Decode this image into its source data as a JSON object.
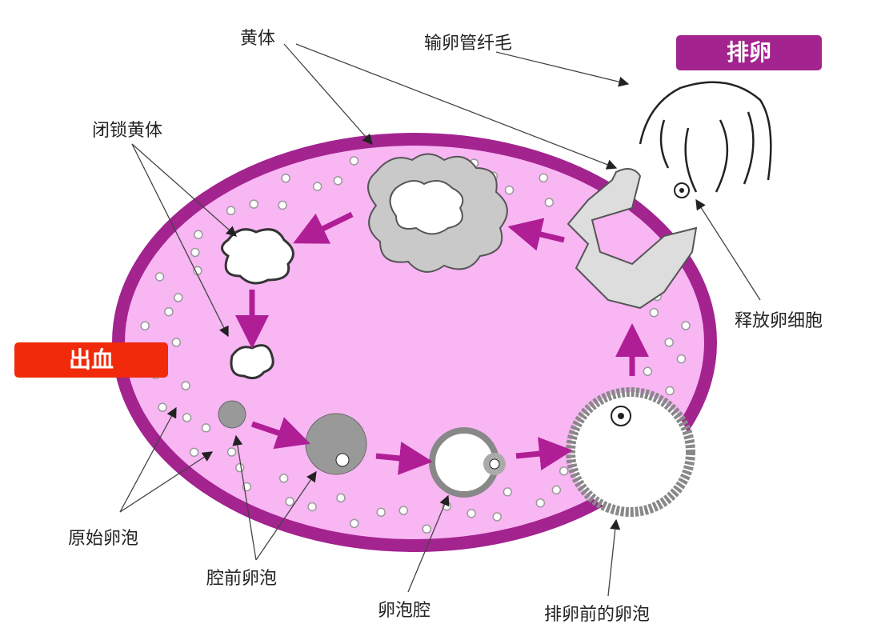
{
  "labels": {
    "corpus_luteum": "黄体",
    "fimbriae": "输卵管纤毛",
    "ovulation": "排卵",
    "corpus_atreticum": "闭锁黄体",
    "bleeding": "出血",
    "release_egg": "释放卵细胞",
    "primordial_follicle": "原始卵泡",
    "preantral_follicle": "腔前卵泡",
    "antrum": "卵泡腔",
    "preovulatory_follicle": "排卵前的卵泡"
  },
  "colors": {
    "ovary_border": "#a3238f",
    "ovary_fill": "#f8b6f3",
    "arrow": "#b01e96",
    "ovulation_badge": "#a3238f",
    "bleeding_badge": "#f02a0a",
    "tissue_gray": "#cfcfcf"
  }
}
